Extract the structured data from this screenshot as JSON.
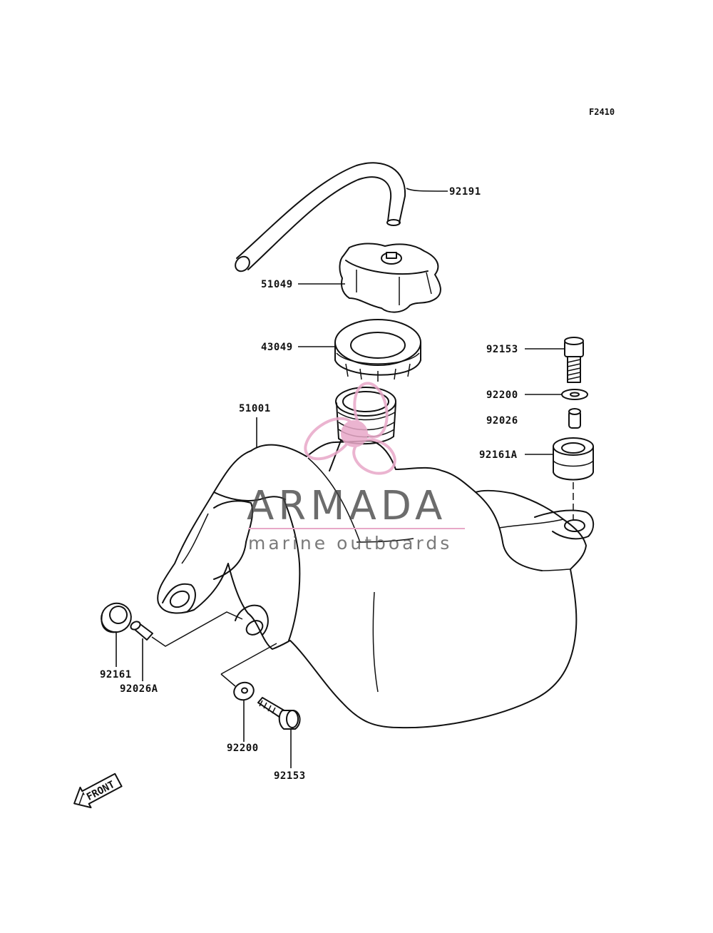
{
  "diagram_code": "F2410",
  "parts": [
    {
      "id": "hose",
      "number": "92191"
    },
    {
      "id": "cap",
      "number": "51049"
    },
    {
      "id": "cap-gasket",
      "number": "43049"
    },
    {
      "id": "tank",
      "number": "51001"
    },
    {
      "id": "bolt-right",
      "number": "92153"
    },
    {
      "id": "washer-right",
      "number": "92200"
    },
    {
      "id": "collar-right",
      "number": "92026"
    },
    {
      "id": "damper-right",
      "number": "92161A"
    },
    {
      "id": "damper-left",
      "number": "92161"
    },
    {
      "id": "collar-left",
      "number": "92026A"
    },
    {
      "id": "washer-left",
      "number": "92200"
    },
    {
      "id": "bolt-left",
      "number": "92153"
    }
  ],
  "front_label": "FRONT",
  "watermark": {
    "title": "ARMADA",
    "subtitle": "marine outboards",
    "accent_color": "#e8a8c8",
    "text_color": "#444444"
  }
}
